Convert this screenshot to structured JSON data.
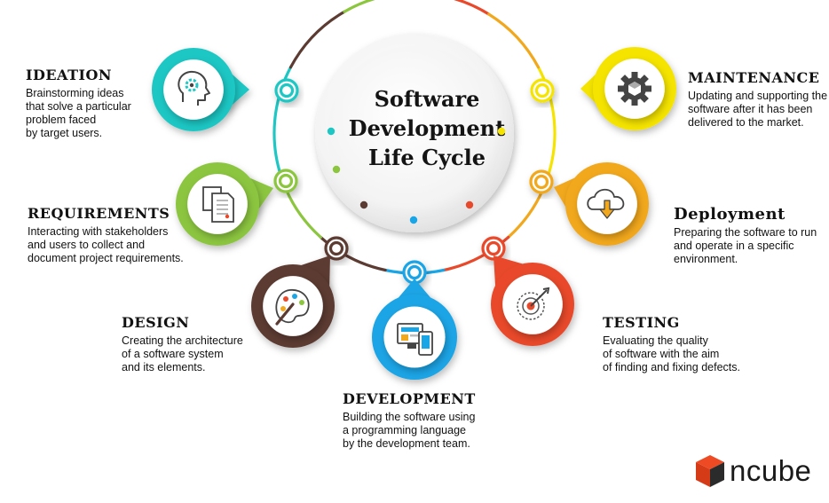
{
  "center": {
    "lines": [
      "Software",
      "Development",
      "Life Cycle"
    ]
  },
  "stages": [
    {
      "key": "ideation",
      "title": "IDEATION",
      "color": "#1ec7c4",
      "icon": "brain-gear-icon",
      "lines": [
        "Brainstorming ideas",
        "that solve a particular",
        "problem faced",
        "by target users."
      ]
    },
    {
      "key": "requirements",
      "title": "REQUIREMENTS",
      "color": "#8cc63f",
      "icon": "documents-icon",
      "lines": [
        "Interacting with stakeholders",
        "and users to collect and",
        "document project requirements."
      ]
    },
    {
      "key": "design",
      "title": "DESIGN",
      "color": "#5b3b32",
      "icon": "palette-icon",
      "lines": [
        "Creating the architecture",
        "of a software system",
        "and its elements."
      ]
    },
    {
      "key": "development",
      "title": "DEVELOPMENT",
      "color": "#1aa5e6",
      "icon": "devices-icon",
      "lines": [
        "Building the software using",
        "a programming language",
        "by the development team."
      ]
    },
    {
      "key": "testing",
      "title": "TESTING",
      "color": "#e9492b",
      "icon": "target-icon",
      "lines": [
        "Evaluating the quality",
        "of software with the aim",
        "of finding and fixing defects."
      ]
    },
    {
      "key": "deployment",
      "title": "Deployment",
      "color": "#f2a81d",
      "icon": "cloud-download-icon",
      "lines": [
        "Preparing the software to run",
        "and operate in a specific",
        "environment."
      ]
    },
    {
      "key": "maintenance",
      "title": "MAINTENANCE",
      "color": "#f5e400",
      "icon": "gear-icon",
      "lines": [
        "Updating and supporting the",
        "software after it has been",
        "delivered to the market."
      ]
    }
  ],
  "brand": {
    "name": "ncube"
  }
}
